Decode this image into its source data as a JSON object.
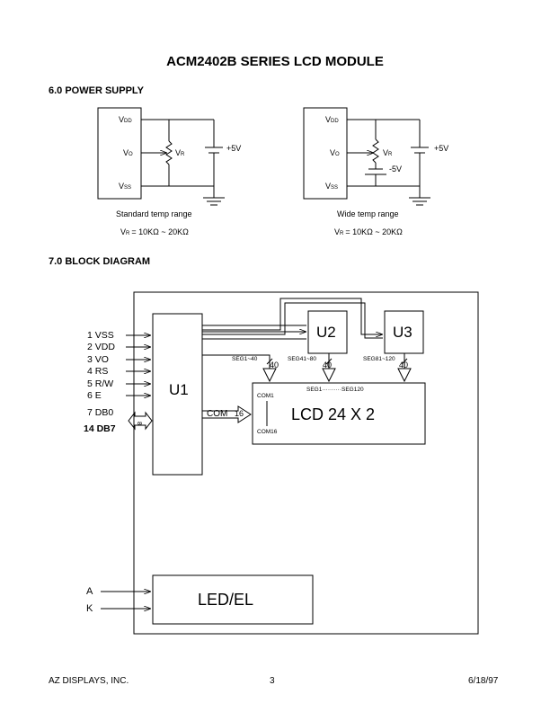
{
  "title": "ACM2402B SERIES LCD MODULE",
  "section_power": "6.0 POWER SUPPLY",
  "section_block": "7.0  BLOCK DIAGRAM",
  "power": {
    "vdd_main": "V",
    "vdd_sub": "DD",
    "vo_main": "V",
    "vo_sub": "O",
    "vss_main": "V",
    "vss_sub": "SS",
    "vr_main": "V",
    "vr_sub": "R",
    "plus5": "+5V",
    "minus5": "-5V",
    "caption_standard": "Standard temp range",
    "caption_wide": "Wide temp range",
    "vr_value": "= 10KΩ ~ 20KΩ"
  },
  "block": {
    "pins": [
      "1 VSS",
      "2 VDD",
      "3 VO",
      "4 RS",
      "5 R/W",
      "6 E",
      "7 DB0",
      "14 DB7"
    ],
    "bus_count": "8",
    "u1": "U1",
    "u2": "U2",
    "u3": "U3",
    "seg_u1": "SEG1~40",
    "seg_u2": "SEG41~80",
    "seg_u3": "SEG81~120",
    "forty": "40",
    "com_label": "COM",
    "com_count": "16",
    "lcd_seg_range": "SEG1··········SEG120",
    "com1": "COM1",
    "com16": "COM16",
    "lcd_label": "LCD 24 X 2",
    "led_label": "LED/EL",
    "pin_a": "A",
    "pin_k": "K"
  },
  "footer": {
    "company": "AZ DISPLAYS, INC.",
    "page": "3",
    "date": "6/18/97"
  }
}
